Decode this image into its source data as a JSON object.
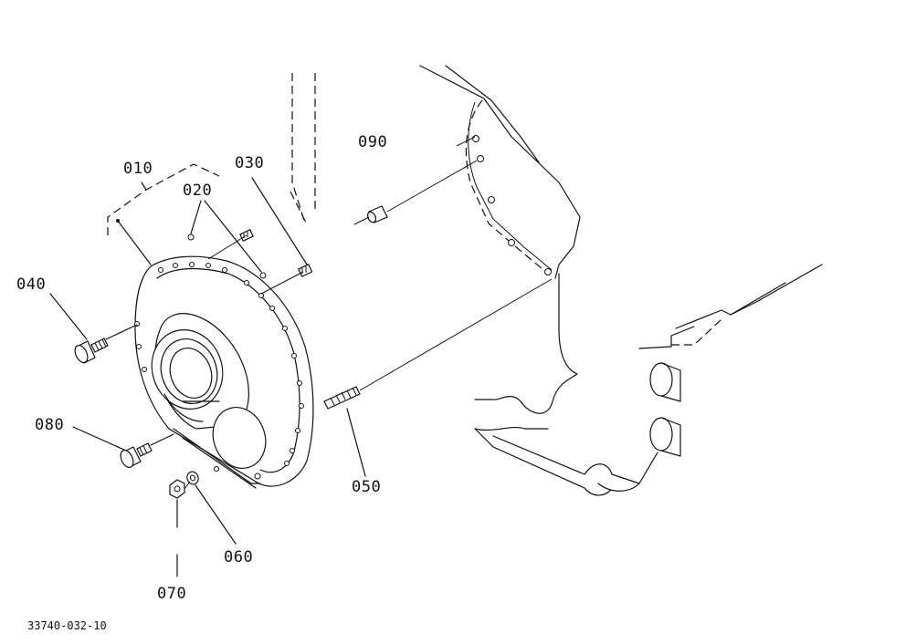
{
  "callouts": [
    {
      "id": "010",
      "text": "010"
    },
    {
      "id": "020",
      "text": "020"
    },
    {
      "id": "030",
      "text": "030"
    },
    {
      "id": "040",
      "text": "040"
    },
    {
      "id": "050",
      "text": "050"
    },
    {
      "id": "060",
      "text": "060"
    },
    {
      "id": "070",
      "text": "070"
    },
    {
      "id": "080",
      "text": "080"
    },
    {
      "id": "090",
      "text": "090"
    }
  ],
  "drawing_number": "33740-032-10"
}
